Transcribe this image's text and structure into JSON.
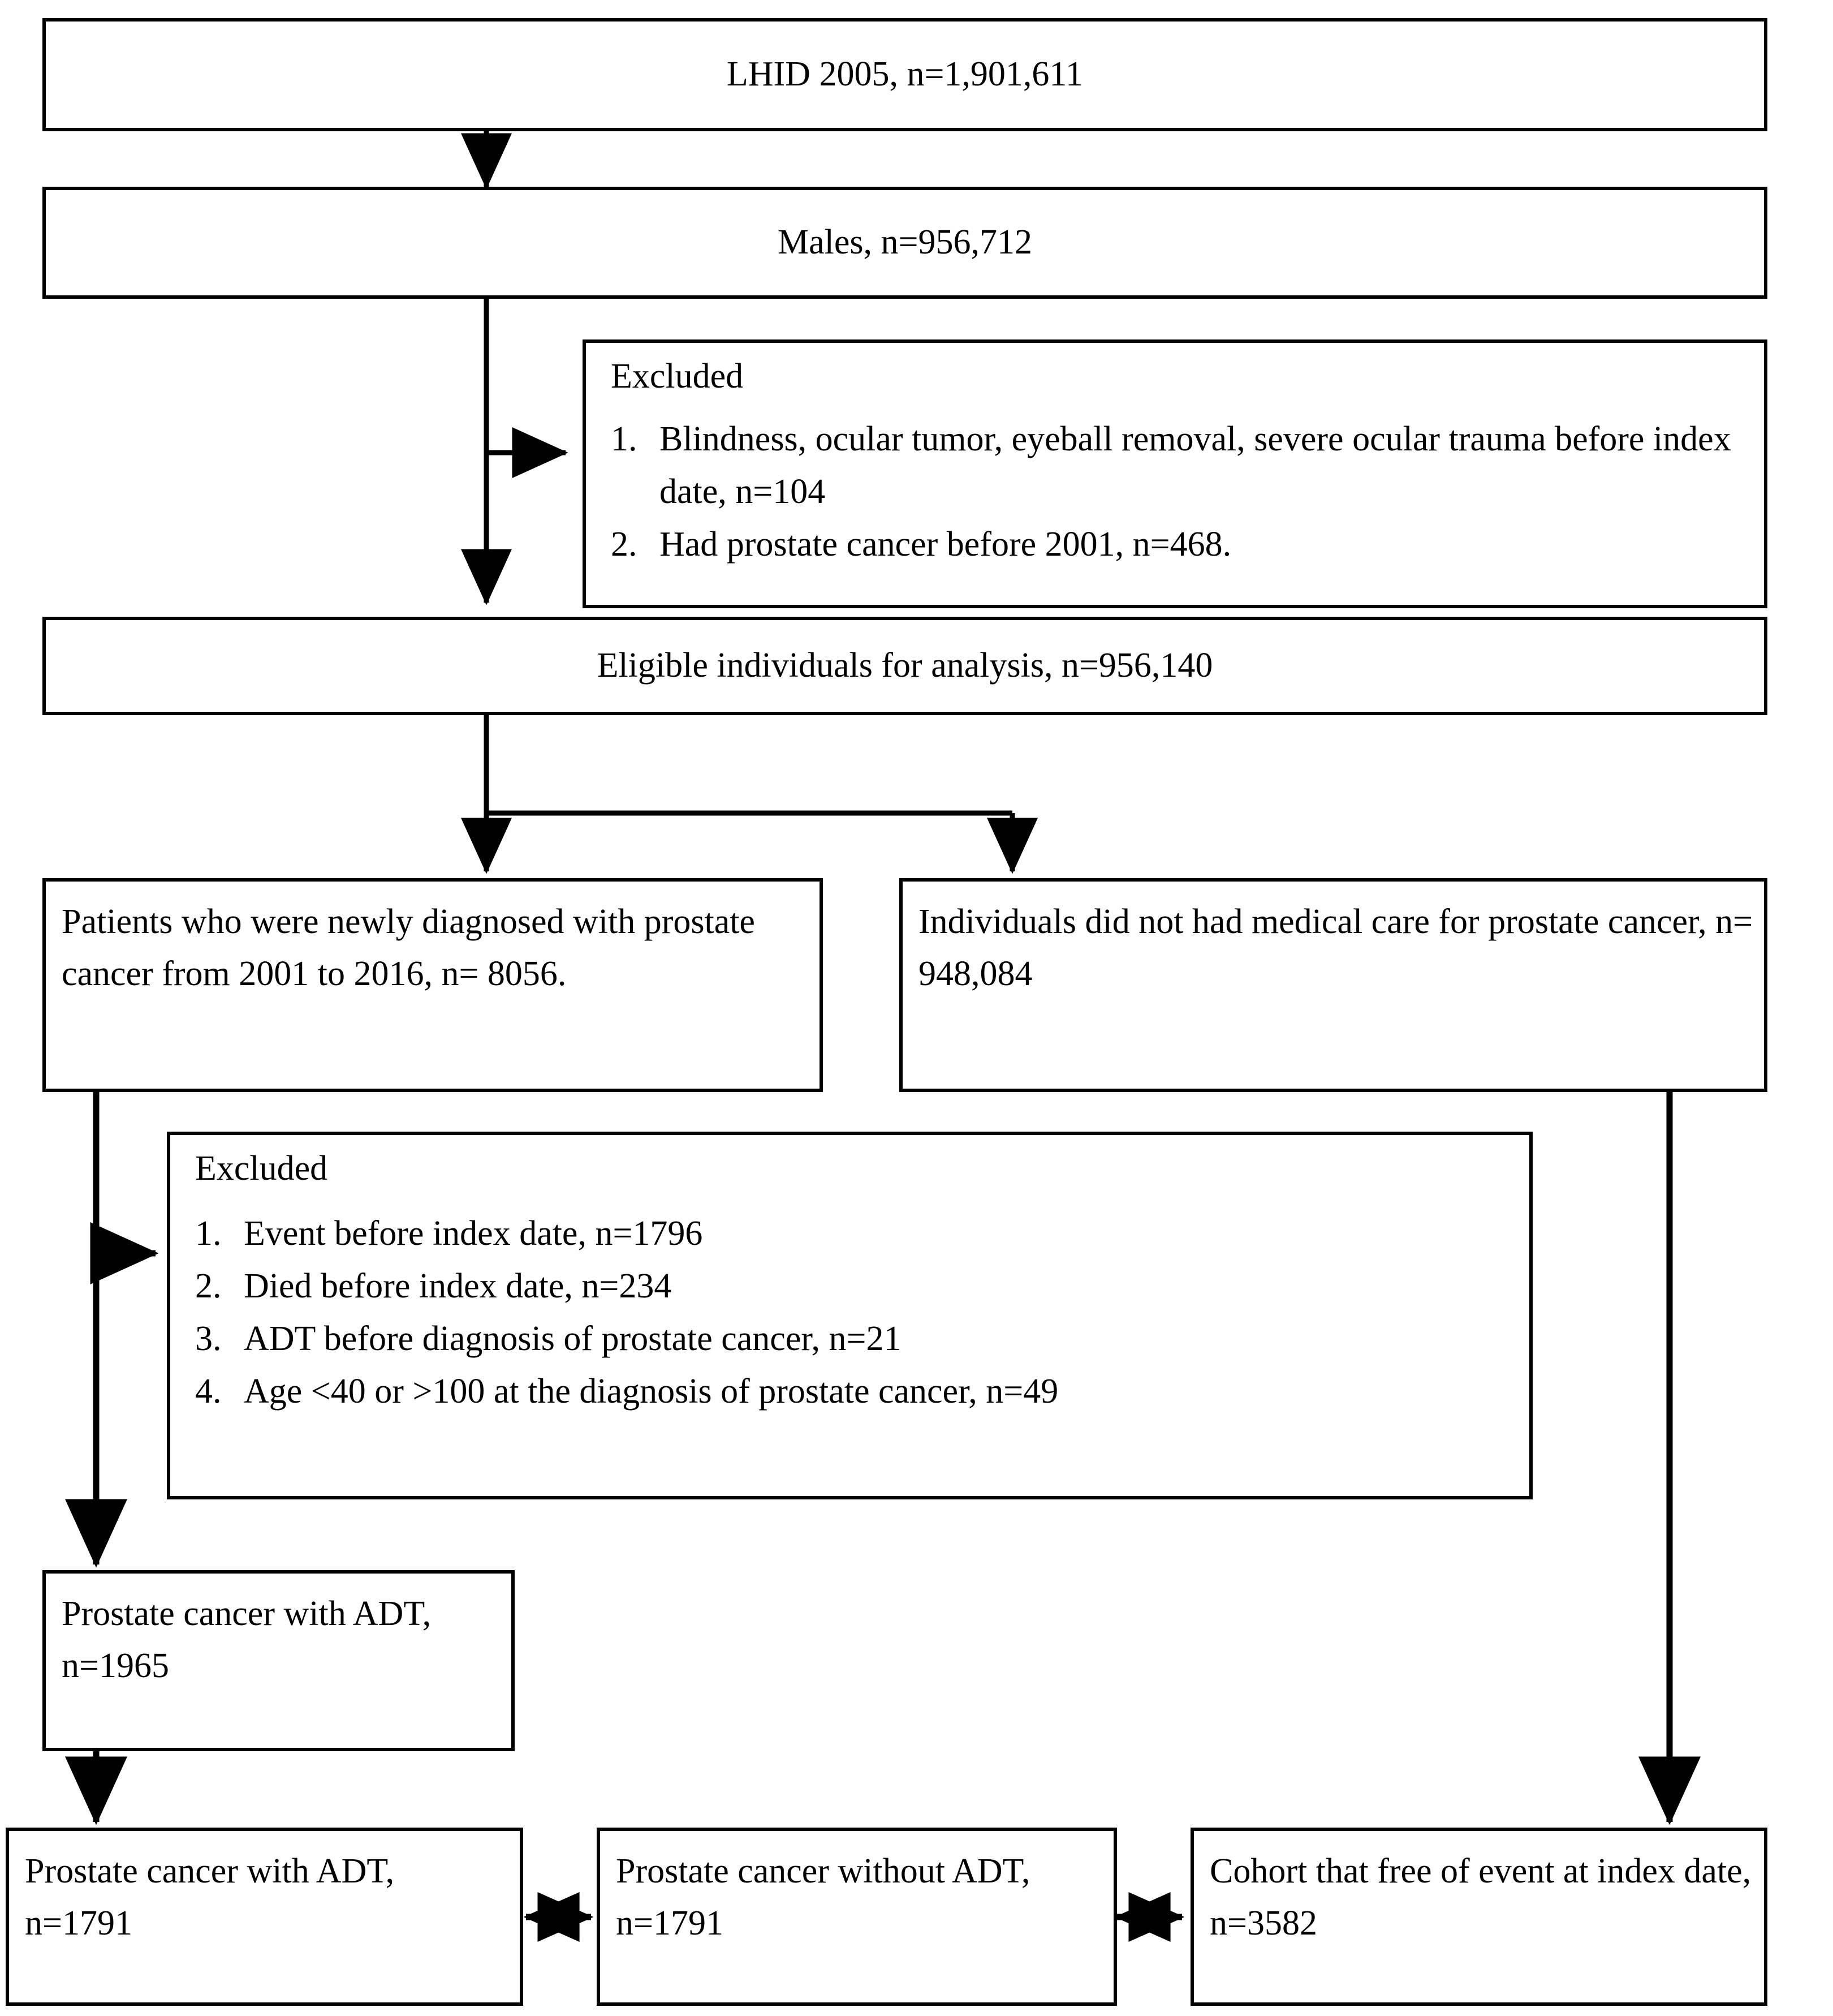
{
  "diagram": {
    "type": "study-flowchart",
    "title": "Study population selection flowchart",
    "nodes": {
      "source_cohort": {
        "text": "LHID 2005, n=1,901,611"
      },
      "males": {
        "text": "Males, n=956,712"
      },
      "excluded_first": {
        "title": "Excluded",
        "items": [
          {
            "number": "1.",
            "text": "Blindness, ocular tumor, eyeball removal, severe ocular trauma before index date, n=104"
          },
          {
            "number": "2.",
            "text": "Had prostate cancer before 2001, n=468."
          }
        ]
      },
      "eligible": {
        "text": "Eligible individuals for analysis, n=956,140"
      },
      "newly_diagnosed": {
        "text": "Patients who were newly diagnosed with prostate cancer from 2001 to 2016, n= 8056."
      },
      "no_medical_care": {
        "text": "Individuals did not had medical care for prostate cancer, n= 948,084"
      },
      "excluded_second": {
        "title": "Excluded",
        "items": [
          {
            "number": "1.",
            "text": "Event before index date, n=1796"
          },
          {
            "number": "2.",
            "text": "Died before index date, n=234"
          },
          {
            "number": "3.",
            "text": "ADT before diagnosis of prostate cancer, n=21"
          },
          {
            "number": "4.",
            "text": "Age <40 or >100 at the diagnosis of prostate cancer, n=49"
          }
        ]
      },
      "pc_adt_1965": {
        "text": "Prostate cancer with ADT, n=1965"
      },
      "pc_adt_1791": {
        "text": "Prostate cancer with ADT, n=1791"
      },
      "pc_without_adt_1791": {
        "text": "Prostate cancer without ADT, n=1791"
      },
      "cohort_free_event": {
        "text": "Cohort that free of event at index date, n=3582"
      }
    },
    "connectors": [
      {
        "id": "source-to-males",
        "kind": "arrow-down"
      },
      {
        "id": "males-to-excluded-first",
        "kind": "arrow-right"
      },
      {
        "id": "males-to-eligible",
        "kind": "arrow-down"
      },
      {
        "id": "eligible-split-left",
        "kind": "arrow-down"
      },
      {
        "id": "eligible-split-right",
        "kind": "elbow-arrow-down"
      },
      {
        "id": "diagnosed-to-excluded-second",
        "kind": "arrow-right"
      },
      {
        "id": "diagnosed-to-adt1965",
        "kind": "arrow-down"
      },
      {
        "id": "adt1965-to-adt1791",
        "kind": "arrow-down"
      },
      {
        "id": "nocare-to-cohort-free",
        "kind": "arrow-down"
      },
      {
        "id": "adt1791-to-without-adt",
        "kind": "double-arrow"
      },
      {
        "id": "without-adt-to-cohort-free",
        "kind": "double-arrow"
      }
    ],
    "colors": {
      "stroke": "#000000",
      "fill": "#ffffff",
      "text": "#000000"
    }
  }
}
